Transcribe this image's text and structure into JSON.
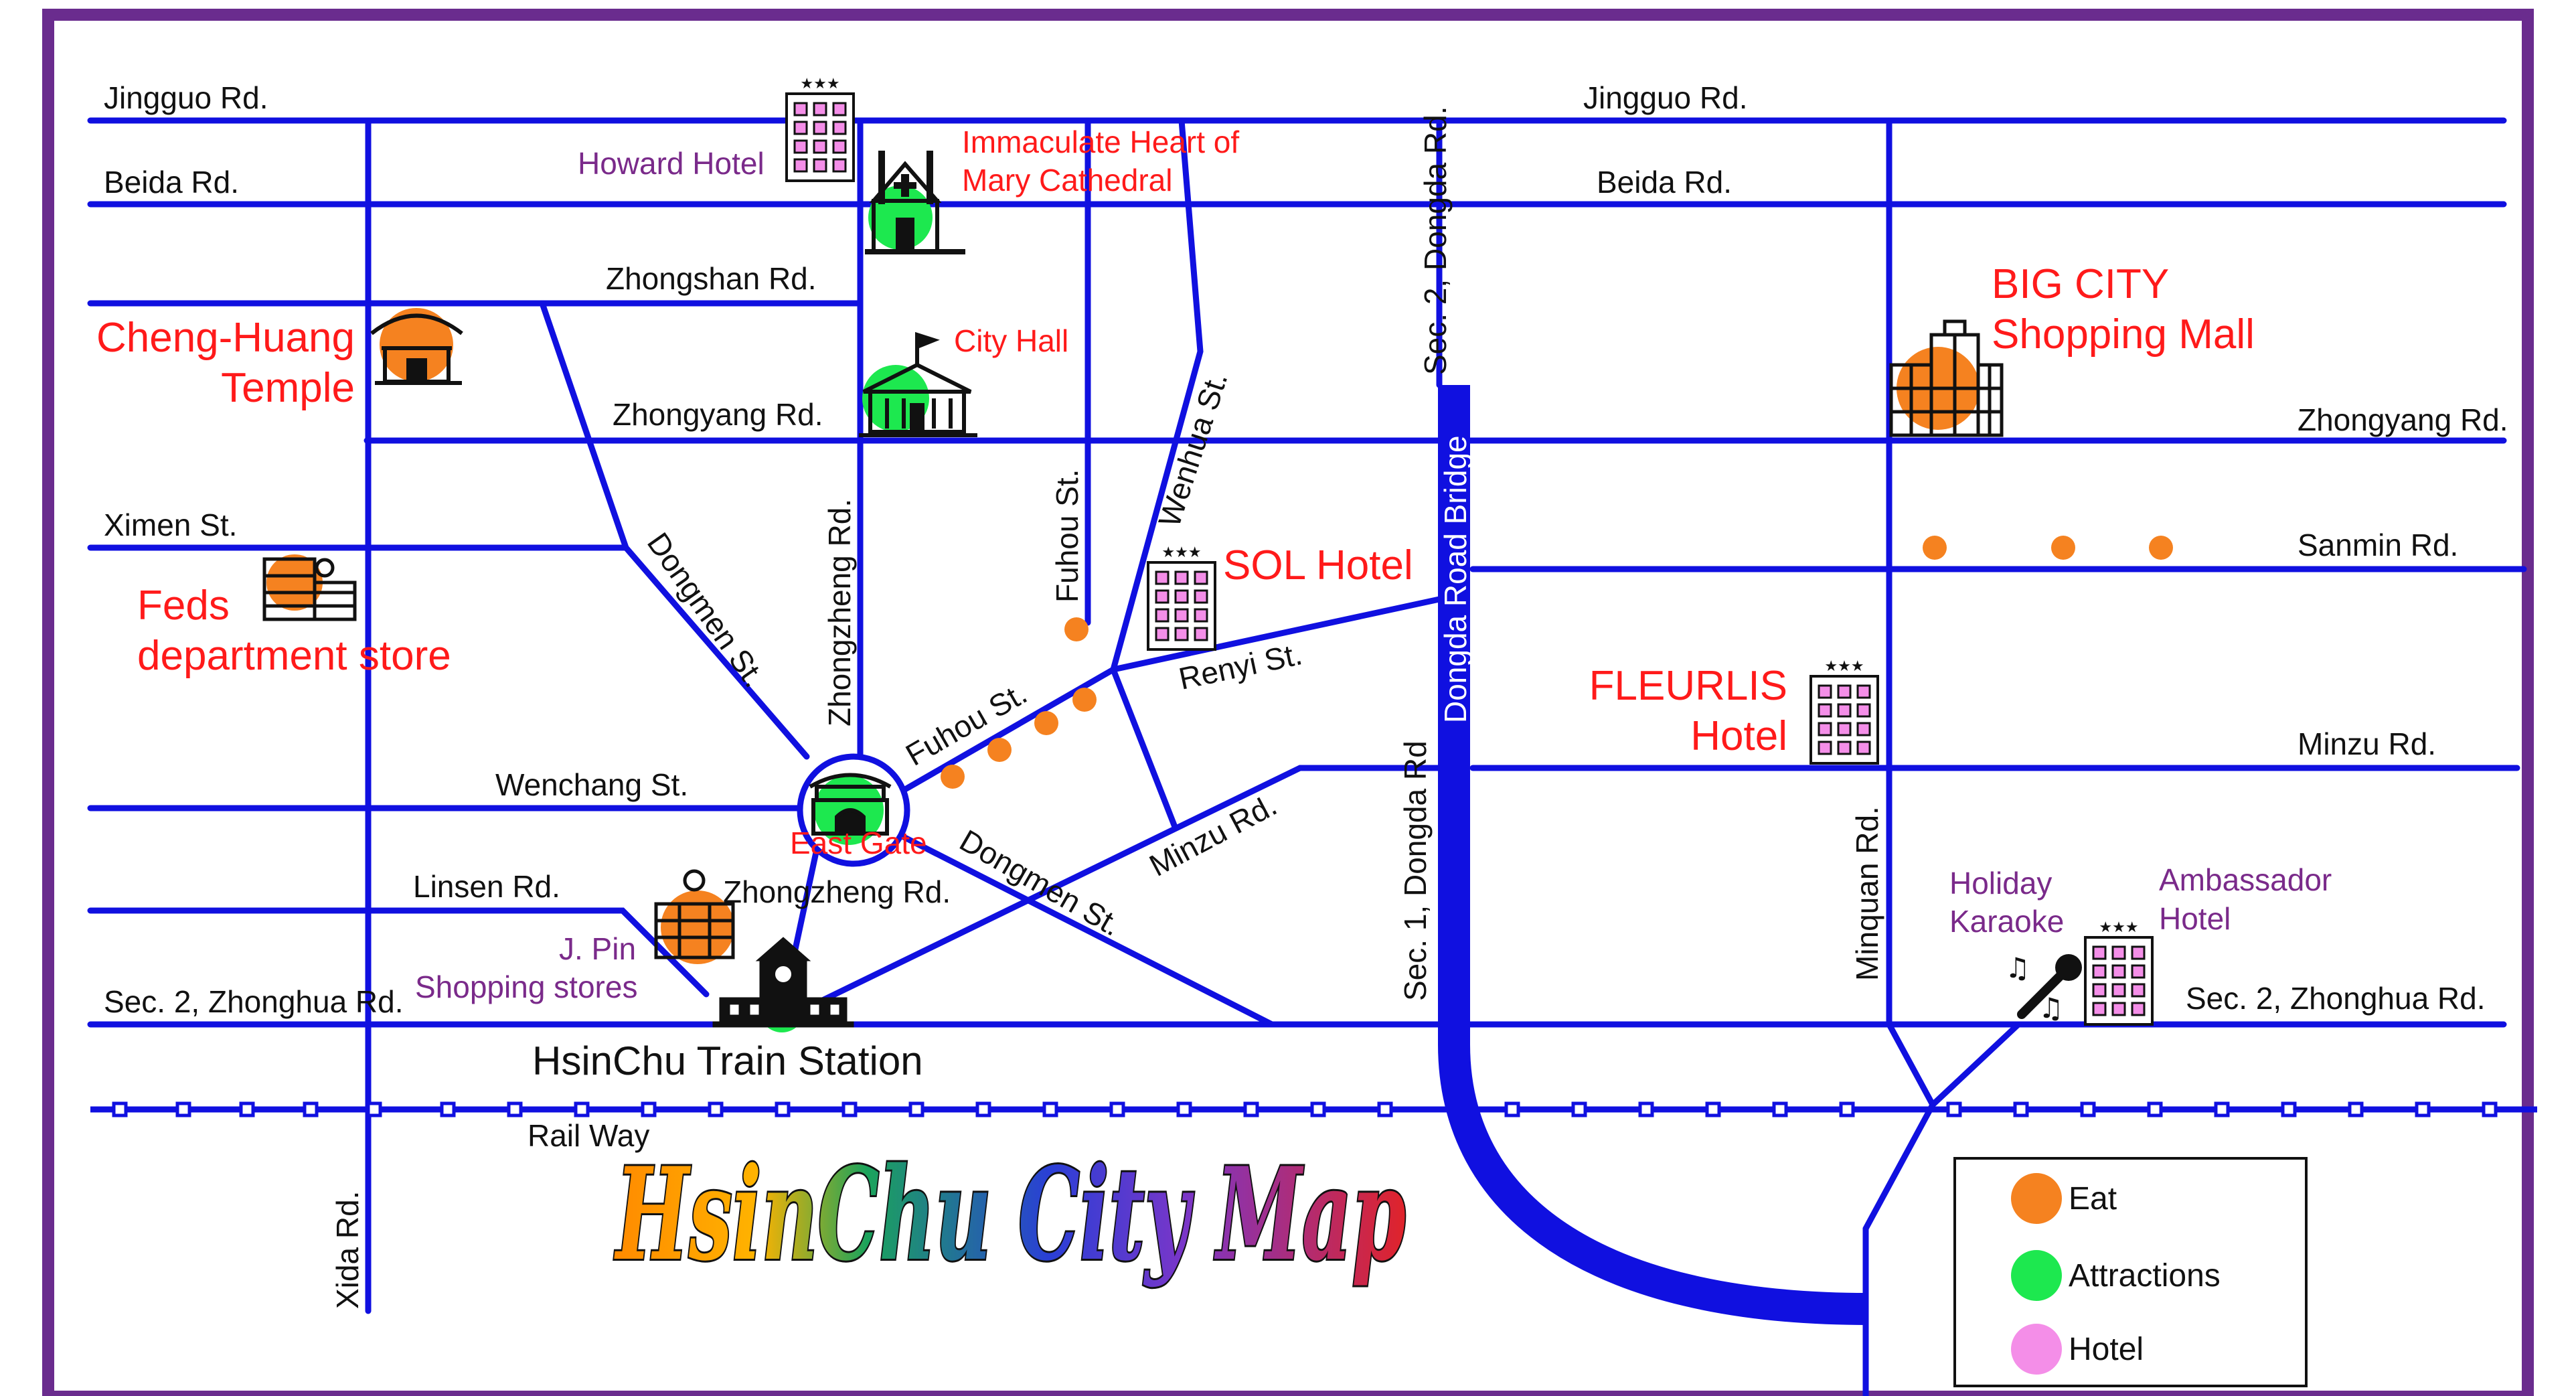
{
  "map": {
    "title": "HsinChu City Map",
    "colors": {
      "frame": "#6a2c8e",
      "road": "#1010e0",
      "eat": "#f58220",
      "attractions": "#1de84f",
      "hotel": "#f48ee8",
      "label_red": "#ff1a1a",
      "label_purple": "#7a2a8a",
      "title_gradient": [
        "#ff8a00",
        "#1ba35c",
        "#2a3fd6",
        "#e0232a"
      ]
    },
    "roads": {
      "jingguo_w": "Jingguo Rd.",
      "jingguo_e": "Jingguo Rd.",
      "beida_w": "Beida Rd.",
      "beida_e": "Beida Rd.",
      "zhongshan": "Zhongshan Rd.",
      "zhongyang_w": "Zhongyang Rd.",
      "zhongyang_e": "Zhongyang Rd.",
      "ximen": "Ximen St.",
      "sanmin": "Sanmin Rd.",
      "minzu_e": "Minzu Rd.",
      "minzu_diag": "Minzu Rd.",
      "wenchang": "Wenchang St.",
      "linsen": "Linsen Rd.",
      "zhonghua_w": "Sec. 2, Zhonghua Rd.",
      "zhonghua_e": "Sec. 2, Zhonghua Rd.",
      "railway": "Rail Way",
      "xida": "Xida Rd.",
      "dongmen_upper": "Dongmen St.",
      "dongmen_lower": "Dongmen St.",
      "zhongzheng_v": "Zhongzheng Rd.",
      "zhongzheng_s": "Zhongzheng Rd.",
      "fuhou_v": "Fuhou St.",
      "fuhou_diag": "Fuhou St.",
      "wenhua": "Wenhua St.",
      "renyi": "Renyi St.",
      "dongda_sec2": "Sec. 2, Dongda Rd.",
      "dongda_sec1": "Sec. 1, Dongda Rd",
      "dongda_bridge": "Dongda Road Bridge",
      "minquan": "Minquan Rd."
    },
    "places": {
      "howard_hotel": "Howard Hotel",
      "cathedral_l1": "Immaculate Heart of",
      "cathedral_l2": "Mary Cathedral",
      "temple_l1": "Cheng-Huang",
      "temple_l2": "Temple",
      "city_hall": "City Hall",
      "big_city_l1": "BIG CITY",
      "big_city_l2": "Shopping Mall",
      "sol_hotel": "SOL Hotel",
      "feds_l1": "Feds",
      "feds_l2": "department store",
      "fleurlis_l1": "FLEURLIS",
      "fleurlis_l2": "Hotel",
      "east_gate": "East Gate",
      "jpin_l1": "J. Pin",
      "jpin_l2": "Shopping stores",
      "train_station": "HsinChu Train Station",
      "karaoke_l1": "Holiday",
      "karaoke_l2": "Karaoke",
      "ambassador_l1": "Ambassador",
      "ambassador_l2": "Hotel"
    },
    "legend": {
      "eat": "Eat",
      "attractions": "Attractions",
      "hotel": "Hotel"
    },
    "icons": [
      "hotel-icon",
      "cathedral-icon",
      "temple-icon",
      "city-hall-icon",
      "shopping-mall-icon",
      "department-store-icon",
      "east-gate-icon",
      "train-station-icon",
      "karaoke-microphone-icon",
      "shopping-store-icon"
    ]
  }
}
